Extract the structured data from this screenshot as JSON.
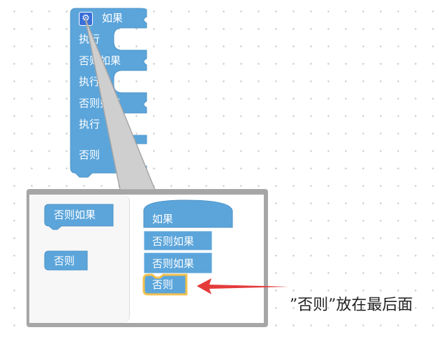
{
  "main_block": {
    "if_label": "如果",
    "do_label": "执行",
    "else_if_label": "否则如果",
    "else_label": "否则"
  },
  "mutator": {
    "flyout": {
      "else_if_label": "否则如果",
      "else_label": "否则"
    },
    "workspace": {
      "if_label": "如果",
      "else_if_1_label": "否则如果",
      "else_if_2_label": "否则如果",
      "else_label": "否则"
    }
  },
  "annotation": {
    "text": "”否则”放在最后面"
  },
  "icons": {
    "settings": "gear-icon",
    "pointer": "red-arrow-icon"
  },
  "colors": {
    "block": "#5ba5db",
    "highlight": "#f2c14e",
    "arrow": "#e43b3b"
  }
}
